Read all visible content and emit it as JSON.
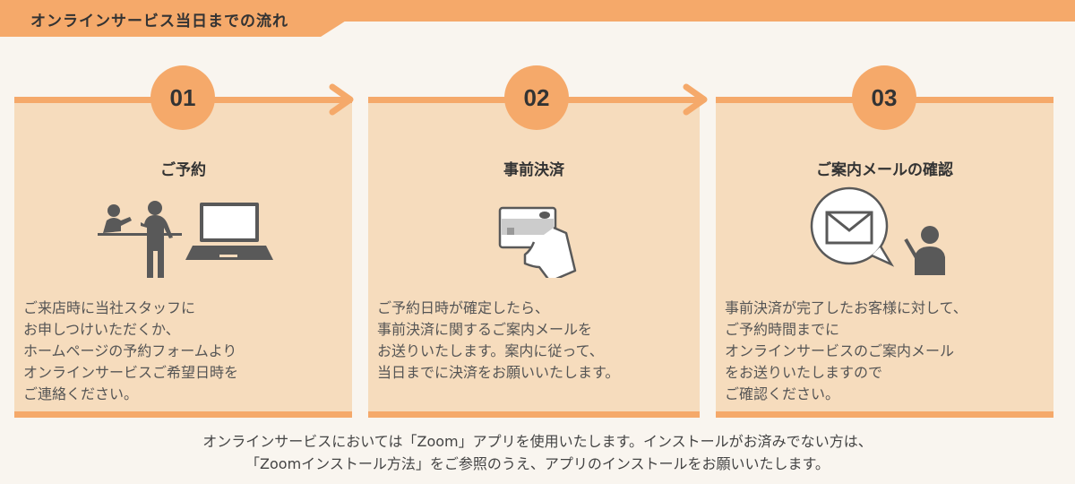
{
  "title": "オンラインサービス当日までの流れ",
  "steps": [
    {
      "num": "01",
      "heading": "ご予約",
      "text": "ご来店時に当社スタッフに\nお申しつけいただくか、\nホームページの予約フォームより\nオンラインサービスご希望日時を\nご連絡ください。",
      "icon": "reception-laptop-icon"
    },
    {
      "num": "02",
      "heading": "事前決済",
      "text": "ご予約日時が確定したら、\n事前決済に関するご案内メールを\nお送りいたします。案内に従って、\n当日までに決済をお願いいたします。",
      "icon": "credit-card-hand-icon"
    },
    {
      "num": "03",
      "heading": "ご案内メールの確認",
      "text": "事前決済が完了したお客様に対して、\nご予約時間までに\nオンラインサービスのご案内メール\nをお送りいたしますので\nご確認ください。",
      "icon": "mail-phone-icon"
    }
  ],
  "footer": [
    "オンラインサービスにおいては「Zoom」アプリを使用いたします。インストールがお済みでない方は、",
    "「Zoomインストール方法」をご参照のうえ、アプリのインストールをお願いいたします。"
  ],
  "colors": {
    "accent": "#f5a96a",
    "panel": "#f6dcbd",
    "icon": "#595959"
  }
}
